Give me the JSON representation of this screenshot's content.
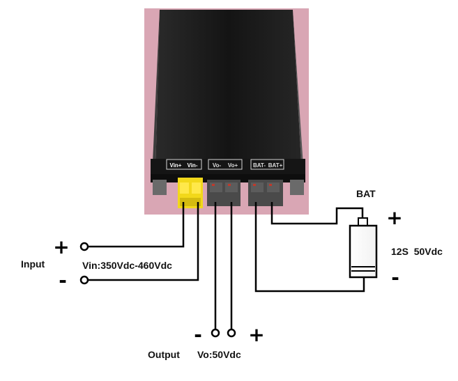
{
  "photo": {
    "terminal_labels": [
      "Vin+",
      "Vin-",
      "Vo-",
      "Vo+",
      "BAT-",
      "BAT+"
    ]
  },
  "input": {
    "label": "Input",
    "plus": "+",
    "minus": "-",
    "voltage": "Vin:350Vdc-460Vdc"
  },
  "output": {
    "label": "Output",
    "voltage": "Vo:50Vdc",
    "minus": "-",
    "plus": "+"
  },
  "battery": {
    "label": "BAT",
    "spec": "12S  50Vdc",
    "plus": "+",
    "minus": "-"
  },
  "colors": {
    "photo_background": "#d9a6b4",
    "enclosure": "#1c1c1c",
    "input_connector": "#f2d81a",
    "wire": "#000000"
  }
}
